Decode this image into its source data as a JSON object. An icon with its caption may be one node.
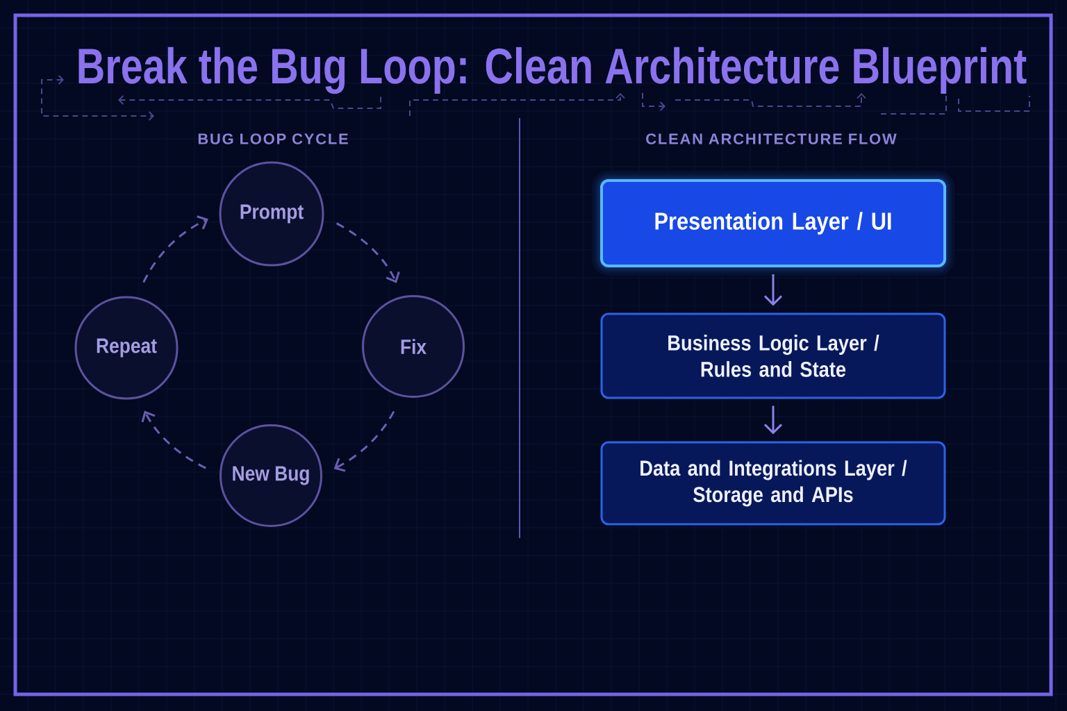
{
  "diagram": {
    "title": "Break the Bug Loop: Clean Architecture Blueprint",
    "nodes": [
      {
        "text": [
          "Prompt"
        ]
      },
      {
        "text": [
          "Fix"
        ]
      },
      {
        "text": [
          "New Bug"
        ]
      },
      {
        "text": [
          "Repeat"
        ]
      },
      {
        "text": [
          "Presentation Layer / UI"
        ]
      },
      {
        "text": [
          "Business Logic Layer / Rules and State"
        ]
      },
      {
        "text": [
          "Data and Integrations Layer / Storage and APIs"
        ]
      }
    ],
    "edges": [
      {
        "from": 0,
        "to": 1,
        "arrow": "to",
        "style": "dashed"
      },
      {
        "from": 1,
        "to": 2,
        "arrow": "to",
        "style": "dashed"
      },
      {
        "from": 2,
        "to": 3,
        "arrow": "to",
        "style": "dashed"
      },
      {
        "from": 3,
        "to": 0,
        "arrow": "to",
        "style": "dashed"
      },
      {
        "from": 4,
        "to": 5,
        "arrow": "to",
        "color": "#8c82e6"
      },
      {
        "from": 5,
        "to": 6,
        "arrow": "to",
        "color": "#8c82e6"
      }
    ],
    "labels": [
      "BUG LOOP CYCLE",
      "CLEAN ARCHITECTURE FLOW"
    ]
  }
}
